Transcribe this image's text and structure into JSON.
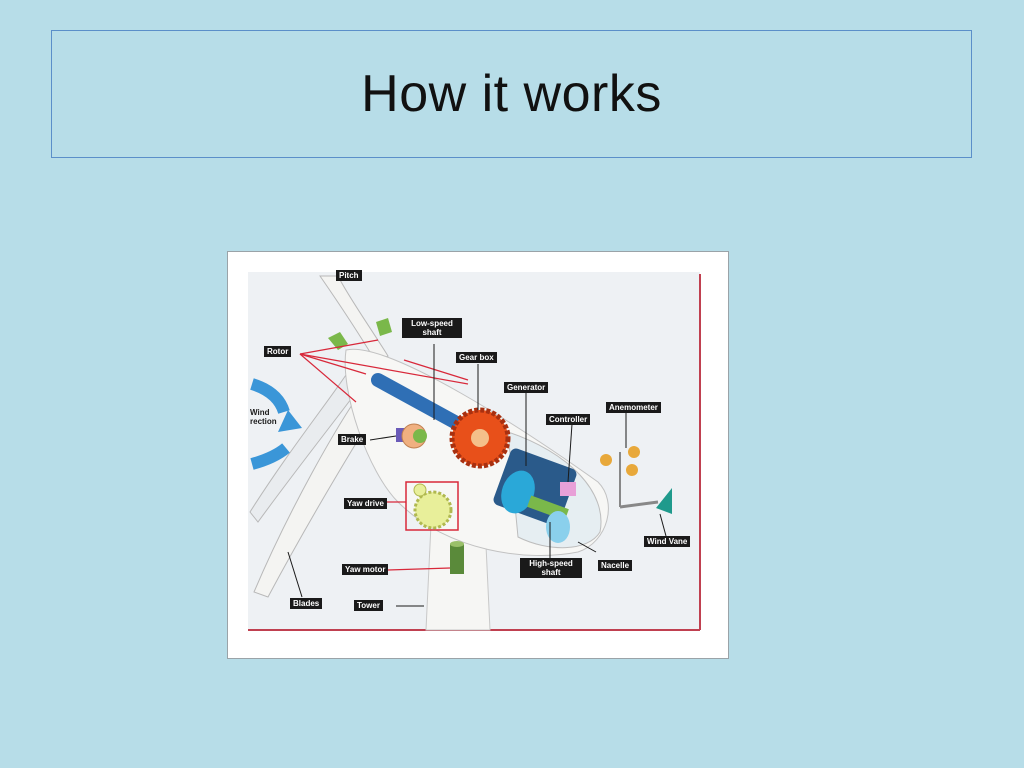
{
  "slide": {
    "title": "How it works"
  },
  "diagram": {
    "labels": {
      "pitch": "Pitch",
      "rotor": "Rotor",
      "low_speed_shaft": "Low-speed shaft",
      "gear_box": "Gear box",
      "generator": "Generator",
      "controller": "Controller",
      "anemometer": "Anemometer",
      "brake": "Brake",
      "wind_direction": "Wind rection",
      "yaw_drive": "Yaw drive",
      "wind_vane": "Wind Vane",
      "high_speed_shaft": "High-speed shaft",
      "nacelle": "Nacelle",
      "yaw_motor": "Yaw motor",
      "blades": "Blades",
      "tower": "Tower"
    },
    "colors": {
      "gear": "#e8501a",
      "shaft": "#2f6fb5",
      "generator": "#2aa8d8",
      "yaw_gear": "#e8ef9a",
      "wind_arrow": "#3a96d8",
      "leader": "#d8283a",
      "wind_vane": "#1f9a8c"
    }
  }
}
